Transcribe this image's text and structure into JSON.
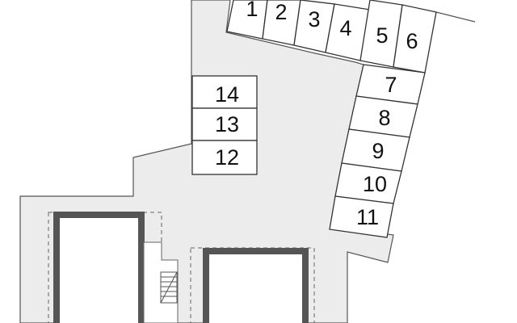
{
  "colors": {
    "lot_fill": "#ececec",
    "lot_outline": "#555555",
    "space_fill": "#ffffff",
    "space_outline": "#333333",
    "building_wall": "#555555",
    "text": "#111111"
  },
  "parking_spaces": {
    "top_row": [
      "1",
      "2",
      "3",
      "4",
      "5",
      "6"
    ],
    "right_column": [
      "7",
      "8",
      "9",
      "10",
      "11"
    ],
    "left_column": [
      "14",
      "13",
      "12"
    ]
  },
  "icons": {
    "stairs": "stairs-icon"
  }
}
